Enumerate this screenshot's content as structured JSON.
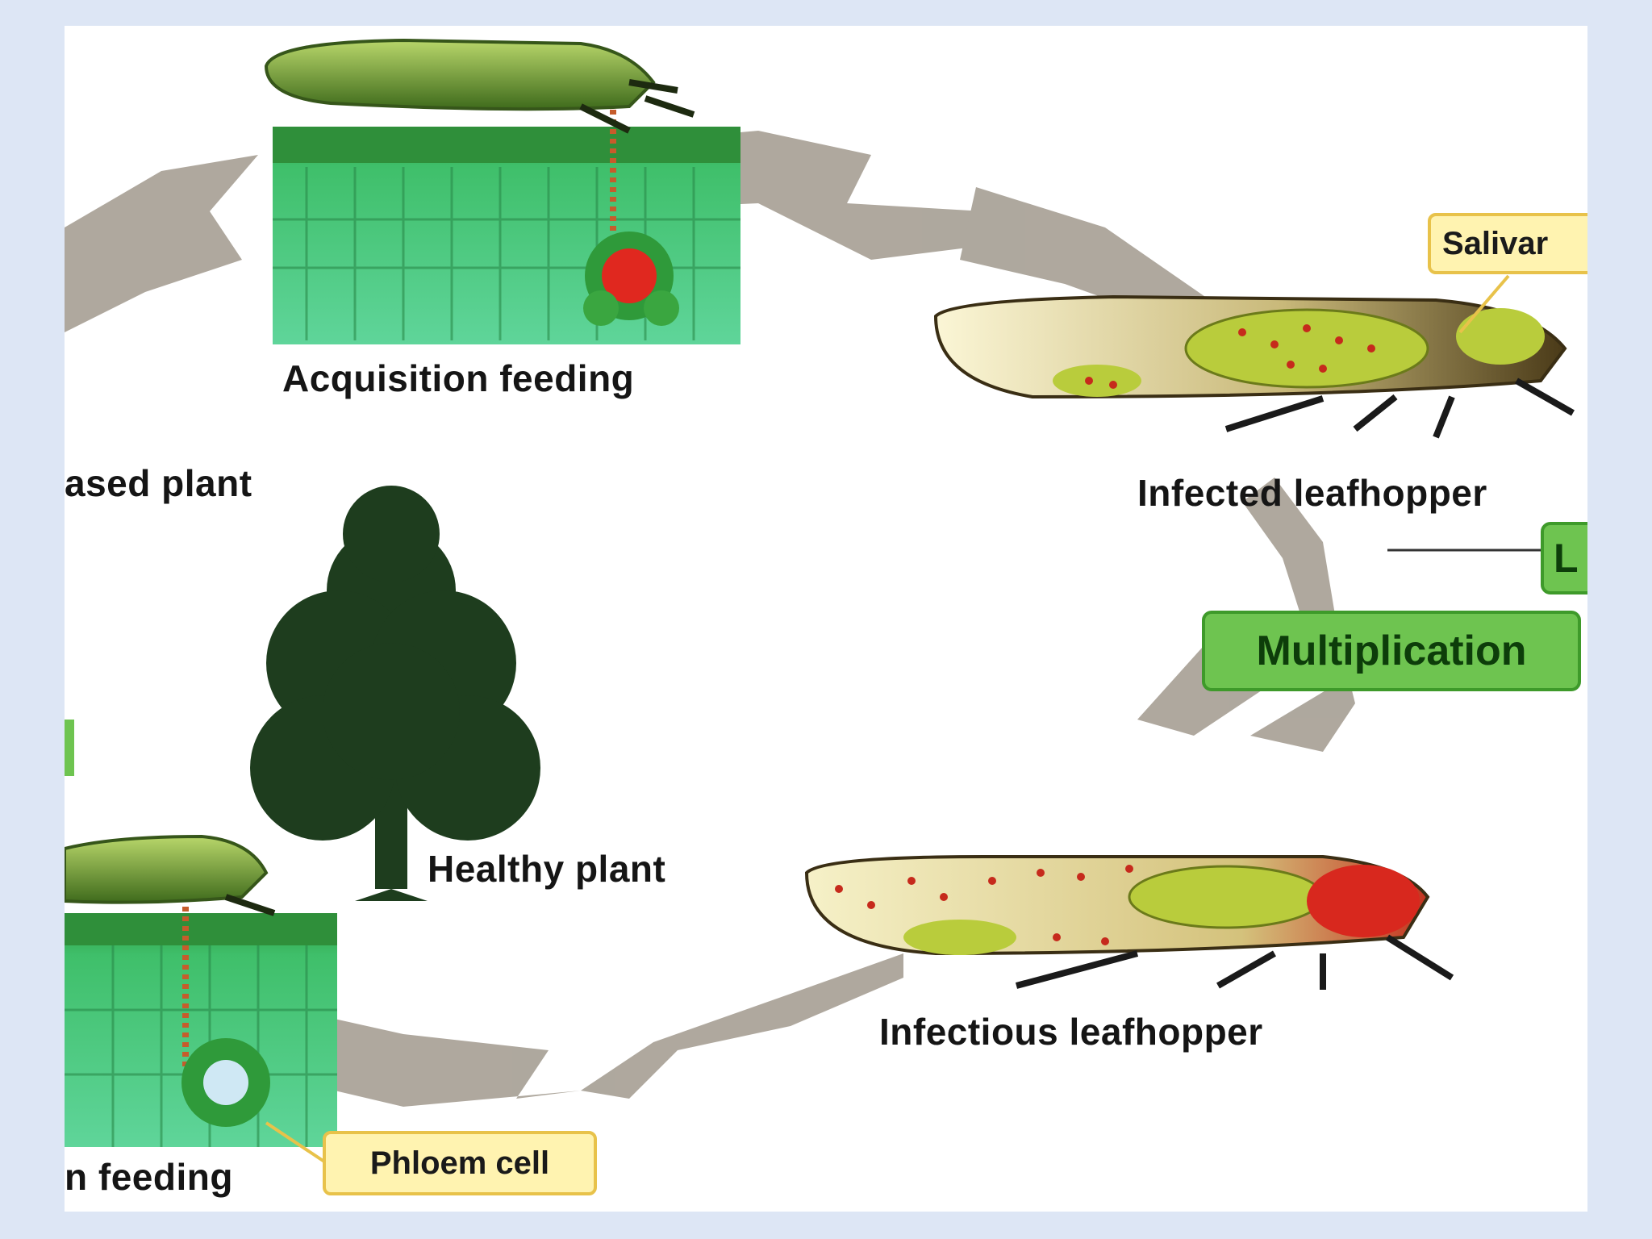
{
  "labels": {
    "acquisition_feeding": "Acquisition feeding",
    "diseased_plant": "ased plant",
    "infected_leafhopper": "Infected leafhopper",
    "multiplication": "Multiplication",
    "healthy_plant": "Healthy plant",
    "infectious_leafhopper": "Infectious leafhopper",
    "inoculation_feeding": "n feeding",
    "phloem_cell": "Phloem cell",
    "salivary": "Salivar",
    "l_partial": "L"
  },
  "colors": {
    "background": "#dde6f5",
    "cycle_arrow": "#a8a196",
    "callout_fill": "#fff3b0",
    "green_box": "#6ec450",
    "tree": "#1e3d1e",
    "leaf_tissue": "#3fbf6a",
    "infection_red": "#d8281e"
  },
  "icons": [
    "cycle-arrow",
    "leafhopper-icon",
    "tree-icon",
    "leaf-tissue-icon"
  ]
}
